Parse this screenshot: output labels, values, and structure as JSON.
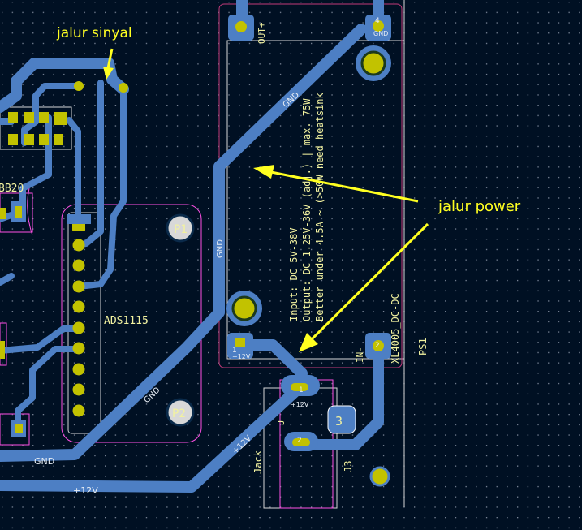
{
  "annotations": {
    "signal_label": "jalur sinyal",
    "power_label": "jalur power"
  },
  "components": {
    "ads_name": "ADS1115",
    "bb_ref": "BB20",
    "p1_label": "P1",
    "p2_label": "P2",
    "ps1_ref": "PS1",
    "ps1_value": "XL4005_DC-DC",
    "j3_ref": "J3",
    "j3_value": "Jack",
    "j3_pad": "3",
    "j3_ref_small": "J"
  },
  "module_text": {
    "line1": "Input: DC 5V-38V",
    "line2": "Output: DC 1.25V-36V (adj.) | max. 75W",
    "line3": "Better under 4.5A ~ (>50W need heatsink"
  },
  "pins": {
    "out_plus": "OUT+",
    "gnd": "GND",
    "in_minus": "IN-",
    "plus12v": "+12V",
    "pad1": "1",
    "pad2": "2",
    "pad4": "4"
  },
  "nets": {
    "gnd": "GND",
    "plus12v": "+12V"
  },
  "colors": {
    "background": "#001023",
    "copper": "#4d7fc4",
    "silkscreen": "#f2f2a0",
    "courtyard": "#ff26e2",
    "pad": "#c2c200",
    "annotation": "#ffff20"
  }
}
